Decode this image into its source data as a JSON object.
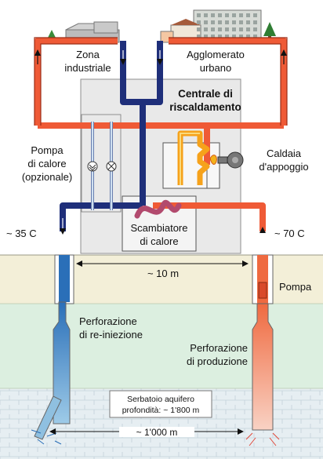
{
  "labels": {
    "industrial_zone_line1": "Zona",
    "industrial_zone_line2": "industriale",
    "urban_area_line1": "Agglomerato",
    "urban_area_line2": "urbano",
    "heating_plant_line1": "Centrale di",
    "heating_plant_line2": "riscaldamento",
    "heat_pump_line1": "Pompa",
    "heat_pump_line2": "di calore",
    "heat_pump_line3": "(opzionale)",
    "backup_boiler_line1": "Caldaia",
    "backup_boiler_line2": "d'appoggio",
    "heat_exchanger_line1": "Scambiatore",
    "heat_exchanger_line2": "di calore",
    "cold_temp": "~ 35 C",
    "hot_temp": "~ 70 C",
    "well_distance": "~ 10 m",
    "pump": "Pompa",
    "reinjection_well_line1": "Perforazione",
    "reinjection_well_line2": "di re-iniezione",
    "production_well_line1": "Perforazione",
    "production_well_line2": "di produzione",
    "aquifer_line1": "Serbatoio aquifero",
    "aquifer_line2": "profondità: ~ 1'800 m",
    "bottom_distance": "~ 1'000 m"
  },
  "colors": {
    "hot_pipe": "#ef5a36",
    "cold_pipe": "#1f2f7a",
    "soil_top": "#f3efd8",
    "soil_middle": "#dcefe0",
    "aquifer": "#e6eef2",
    "building_box": "#e9e9e9",
    "boiler_coil": "#f6a21b"
  }
}
